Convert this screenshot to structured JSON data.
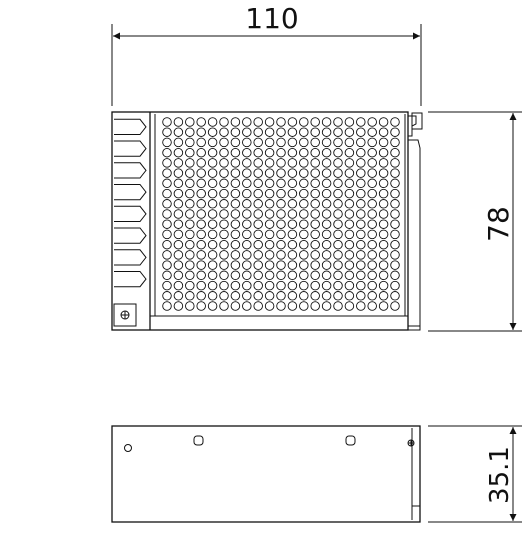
{
  "dimensions": {
    "width_label": "110",
    "height_label": "78",
    "depth_label": "35.1"
  },
  "colors": {
    "line": "#111111",
    "background": "#ffffff"
  },
  "perforation": {
    "rows": 19,
    "columns": 21
  },
  "terminal_slots": 8
}
